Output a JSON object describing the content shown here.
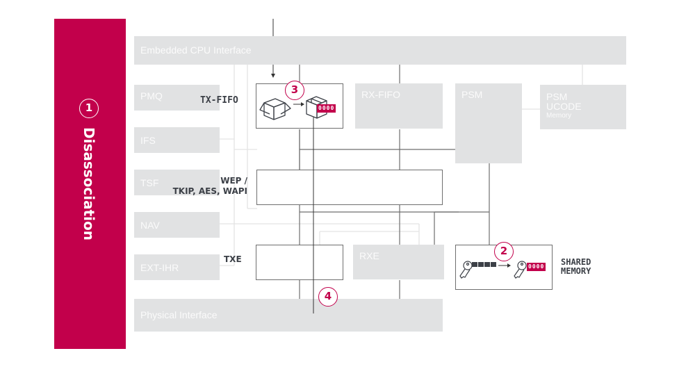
{
  "sidebar": {
    "step_number": "1",
    "title": "Disassociation",
    "color": "#c2004b"
  },
  "blocks": {
    "cpu_interface": "Embedded CPU Interface",
    "pmq": "PMQ",
    "ifs": "IFS",
    "tsf": "TSF",
    "nav": "NAV",
    "ext_ihr": "EXT-IHR",
    "rx_fifo": "RX-FIFO",
    "psm": "PSM",
    "psm_ucode_line1": "PSM",
    "psm_ucode_line2": "UCODE",
    "psm_ucode_sub": "Memory",
    "rxe": "RXE",
    "physical_interface": "Physical Interface"
  },
  "labels": {
    "tx_fifo": "TX-FIFO",
    "wep_line1": "WEP /",
    "wep_line2": "TKIP, AES, WAPI",
    "txe": "TXE",
    "shared_memory_line1": "SHARED",
    "shared_memory_line2": "MEMORY"
  },
  "steps": {
    "two": "2",
    "three": "3",
    "four": "4"
  },
  "icons": {
    "open_box": "open-box-icon",
    "sealed_box": "sealed-box-icon",
    "key_plain": "key-icon",
    "key_encrypted": "key-icon",
    "data_badge": "0000"
  },
  "colors": {
    "accent": "#c2004b",
    "block_gray": "#e1e2e3",
    "line_dark": "#6e6e6e",
    "text_dark": "#3c4047"
  }
}
